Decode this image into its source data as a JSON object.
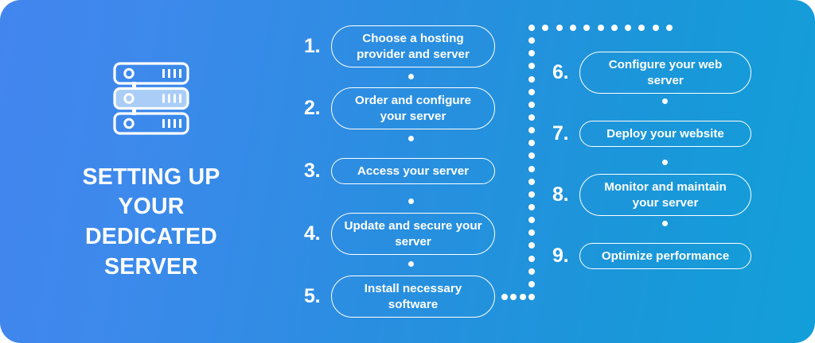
{
  "theme": {
    "gradient_start": "#4285ee",
    "gradient_mid": "#2a8ee0",
    "gradient_end": "#129fd9",
    "text_color": "#ffffff",
    "icon_accent_fill": "#a9cdf6",
    "canvas_background": "#ffffff"
  },
  "left_panel": {
    "icon_name": "server-rack-icon",
    "headline_lines": [
      "SETTING UP",
      "YOUR",
      "DEDICATED",
      "SERVER"
    ],
    "headline_full": "SETTING UP YOUR DEDICATED SERVER"
  },
  "columns": [
    {
      "id": "column-one",
      "steps": [
        {
          "number": "1.",
          "label": "Choose a hosting provider and server"
        },
        {
          "number": "2.",
          "label": "Order and configure your server"
        },
        {
          "number": "3.",
          "label": "Access your server"
        },
        {
          "number": "4.",
          "label": "Update and secure your server"
        },
        {
          "number": "5.",
          "label": "Install necessary software"
        }
      ]
    },
    {
      "id": "column-two",
      "steps": [
        {
          "number": "6.",
          "label": "Configure your web server"
        },
        {
          "number": "7.",
          "label": "Deploy your website"
        },
        {
          "number": "8.",
          "label": "Monitor and maintain your server"
        },
        {
          "number": "9.",
          "label": "Optimize performance"
        }
      ]
    }
  ],
  "connector": {
    "name": "dotted-connector-path",
    "description": "dotted line linking step 5 to step 6",
    "dot_color": "#ffffff",
    "horizontal_bottom_dots": 3,
    "vertical_dots": 22,
    "horizontal_top_dots": 11
  }
}
